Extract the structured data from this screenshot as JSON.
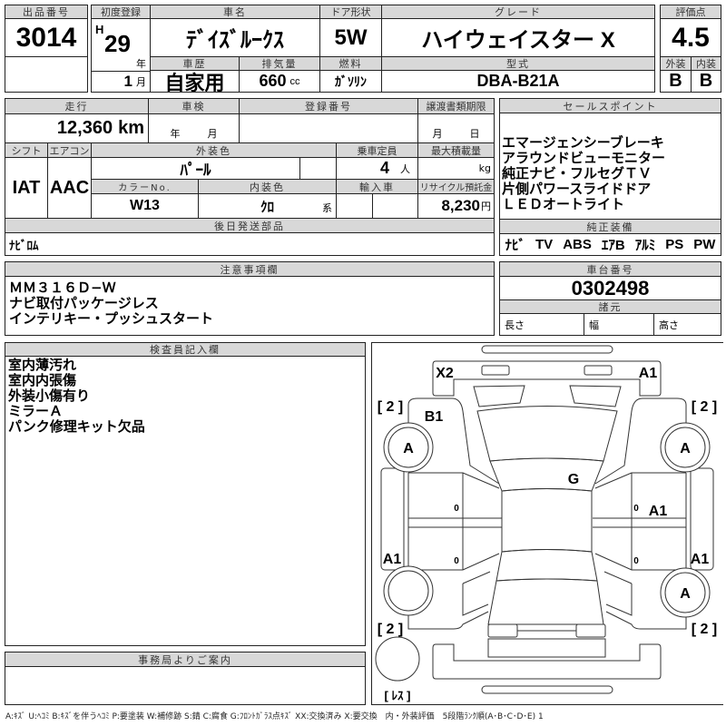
{
  "lot": {
    "label": "出品番号",
    "value": "3014"
  },
  "first_reg": {
    "label": "初度登録",
    "era": "H",
    "year": "29",
    "year_unit": "年",
    "month": "1",
    "month_unit": "月"
  },
  "car_name": {
    "label": "車名",
    "value": "ﾃﾞｲｽﾞﾙｰｸｽ"
  },
  "door": {
    "label": "ドア形状",
    "value": "5W"
  },
  "grade": {
    "label": "グレード",
    "value": "ハイウェイスター X"
  },
  "history": {
    "label": "車歴",
    "value": "自家用"
  },
  "displacement": {
    "label": "排気量",
    "value": "660",
    "unit": "cc"
  },
  "fuel": {
    "label": "燃料",
    "value": "ｶﾞｿﾘﾝ"
  },
  "model": {
    "label": "型式",
    "value": "DBA-B21A"
  },
  "score": {
    "label": "評価点",
    "value": "4.5",
    "exterior_label": "外装",
    "interior_label": "内装",
    "exterior": "B",
    "interior": "B"
  },
  "mileage": {
    "label": "走行",
    "value": "12,360",
    "unit": "km"
  },
  "inspection": {
    "label": "車検",
    "year_unit": "年",
    "month_unit": "月"
  },
  "registration": {
    "label": "登録番号"
  },
  "transfer": {
    "label": "譲渡書類期限",
    "month_unit": "月",
    "day_unit": "日"
  },
  "shift": {
    "label": "シフト",
    "value": "IAT"
  },
  "aircon": {
    "label": "エアコン",
    "value": "AAC"
  },
  "ext_color": {
    "label": "外装色",
    "value": "ﾊﾟｰﾙ"
  },
  "capacity": {
    "label": "乗車定員",
    "value": "4",
    "unit": "人"
  },
  "max_load": {
    "label": "最大積載量",
    "unit": "kg"
  },
  "color_no": {
    "label": "カラーNo.",
    "value": "W13"
  },
  "int_color": {
    "label": "内装色",
    "value": "ｸﾛ",
    "unit": "系"
  },
  "import": {
    "label": "輸入車"
  },
  "recycle": {
    "label": "リサイクル預託金",
    "value": "8,230",
    "unit": "円"
  },
  "later_parts": {
    "label": "後日発送部品",
    "value": "ﾅﾋﾞﾛﾑ"
  },
  "sales_points": {
    "label": "セールスポイント",
    "items": [
      "エマージェンシーブレーキ",
      "アラウンドビューモニター",
      "純正ナビ・フルセグＴＶ",
      "片側パワースライドドア",
      "ＬＥＤオートライト"
    ]
  },
  "equipment": {
    "label": "純正装備",
    "items": [
      "ﾅﾋﾞ",
      "TV",
      "ABS",
      "ｴｱB",
      "ｱﾙﾐ",
      "PS",
      "PW"
    ]
  },
  "notes": {
    "label": "注意事項欄",
    "items": [
      "ＭＭ３１６Ｄ−Ｗ",
      "ナビ取付パッケージレス",
      "インテリキー・プッシュスタート"
    ]
  },
  "chassis": {
    "label": "車台番号",
    "value": "0302498"
  },
  "specs": {
    "label": "諸元",
    "length": "長さ",
    "width": "幅",
    "height": "高さ"
  },
  "inspector": {
    "label": "検査員記入欄",
    "items": [
      "室内薄汚れ",
      "室内内張傷",
      "外装小傷有り",
      "ミラーＡ",
      "パンク修理キット欠品"
    ]
  },
  "office": {
    "label": "事務局よりご案内"
  },
  "diagram": {
    "marks": {
      "x2": "X2",
      "a1_front": "A1",
      "b1": "B1",
      "g": "G",
      "a_fl": "A",
      "a_fr": "A",
      "a_rr": "A",
      "a1_rdoor": "A1",
      "a1_lsill": "A1",
      "a1_rsill": "A1",
      "b_fl": "[ 2 ]",
      "b_fr": "[ 2 ]",
      "b_rl": "[ 2 ]",
      "b_rr": "[ 2 ]",
      "spare": "[ ﾚｽ ]",
      "z1": "0",
      "z2": "0",
      "z3": "0",
      "z4": "0"
    }
  },
  "legend": "A:ｷｽﾞ U:ﾍｺﾐ B:ｷｽﾞを伴うﾍｺﾐ P:要塗装 W:補修跡 S:錆 C:腐食 G:ﾌﾛﾝﾄｶﾞﾗｽ点ｷｽﾞ XX:交換済み X:要交換　内・外装評価　5段階ﾗﾝｸ順(A･B･C･D･E) 1"
}
